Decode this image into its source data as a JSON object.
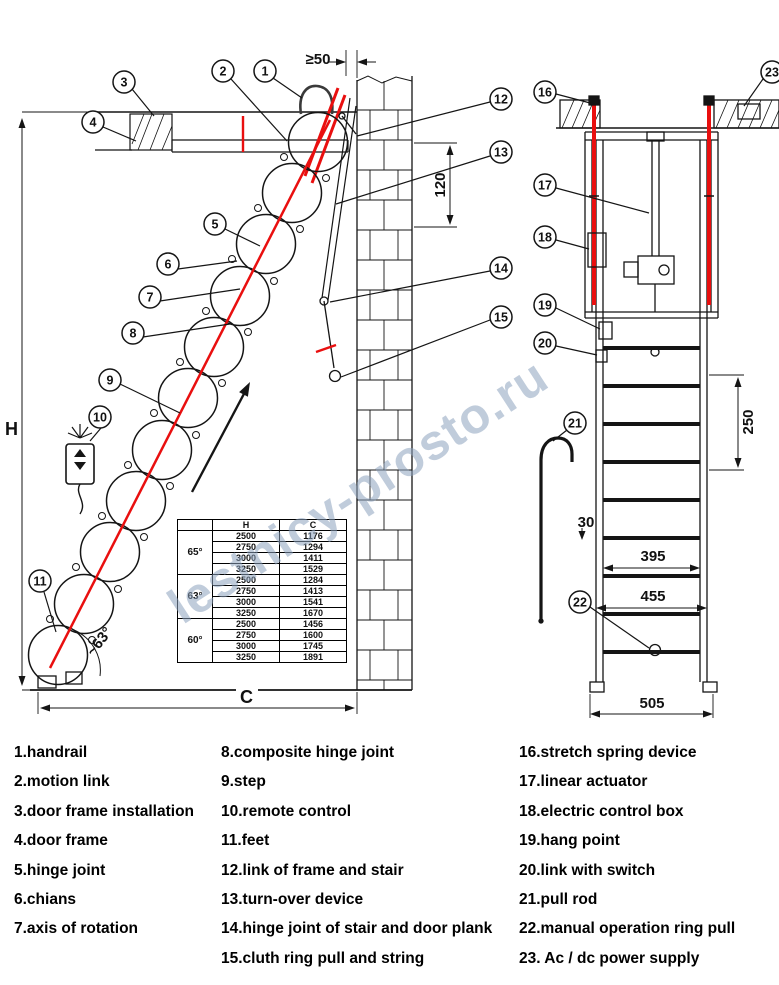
{
  "watermark": "lestnicy-prosto.ru",
  "callouts": [
    "1",
    "2",
    "3",
    "4",
    "5",
    "6",
    "7",
    "8",
    "9",
    "10",
    "11",
    "12",
    "13",
    "14",
    "15",
    "16",
    "17",
    "18",
    "19",
    "20",
    "21",
    "22",
    "23"
  ],
  "dims": {
    "gap": "≥50",
    "d120": "120",
    "h": "H",
    "c": "C",
    "angle": "~63°",
    "d250": "250",
    "d30": "30",
    "d395": "395",
    "d455": "455",
    "d505": "505"
  },
  "spec_table": {
    "col_h": "H",
    "col_c": "C",
    "groups": [
      {
        "angle": "65°",
        "rows": [
          [
            "2500",
            "1176"
          ],
          [
            "2750",
            "1294"
          ],
          [
            "3000",
            "1411"
          ],
          [
            "3250",
            "1529"
          ]
        ]
      },
      {
        "angle": "63°",
        "rows": [
          [
            "2500",
            "1284"
          ],
          [
            "2750",
            "1413"
          ],
          [
            "3000",
            "1541"
          ],
          [
            "3250",
            "1670"
          ]
        ]
      },
      {
        "angle": "60°",
        "rows": [
          [
            "2500",
            "1456"
          ],
          [
            "2750",
            "1600"
          ],
          [
            "3000",
            "1745"
          ],
          [
            "3250",
            "1891"
          ]
        ]
      }
    ]
  },
  "legend": {
    "col1": [
      "1.handrail",
      "2.motion link",
      "3.door frame installation",
      "4.door frame",
      "5.hinge joint",
      "6.chians",
      "7.axis of rotation"
    ],
    "col2": [
      "8.composite hinge joint",
      "9.step",
      "10.remote control",
      "11.feet",
      "12.link of frame and stair",
      "13.turn-over device",
      "14.hinge joint of stair and door plank",
      "15.cluth ring pull and string"
    ],
    "col3": [
      "16.stretch spring device",
      "17.linear actuator",
      "18.electric control box",
      "19.hang point",
      "20.link with switch",
      "21.pull rod",
      "22.manual operation ring pull",
      "23. Ac / dc power supply"
    ]
  }
}
